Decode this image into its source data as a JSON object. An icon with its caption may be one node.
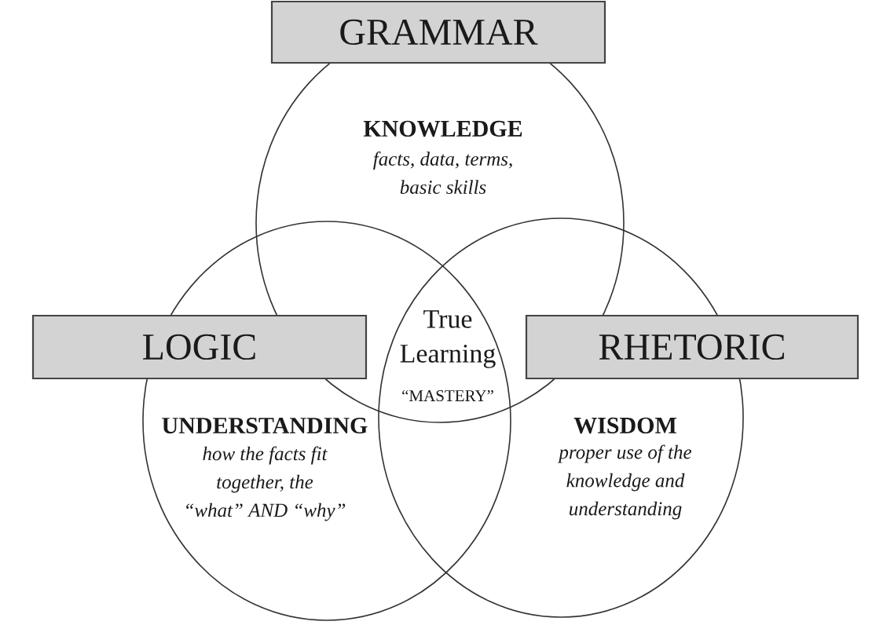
{
  "diagram": {
    "nodes": [
      {
        "text": [
          "GRAMMAR"
        ]
      },
      {
        "text": [
          "KNOWLEDGE",
          "facts, data, terms, basic skills"
        ]
      },
      {
        "text": [
          "LOGIC"
        ]
      },
      {
        "text": [
          "UNDERSTANDING",
          "how the facts fit together, the “what” AND “why”"
        ]
      },
      {
        "text": [
          "RHETORIC"
        ]
      },
      {
        "text": [
          "WISDOM",
          "proper use of the knowledge and understanding"
        ]
      }
    ],
    "labels": [
      "True Learning",
      "“MASTERY”"
    ]
  }
}
